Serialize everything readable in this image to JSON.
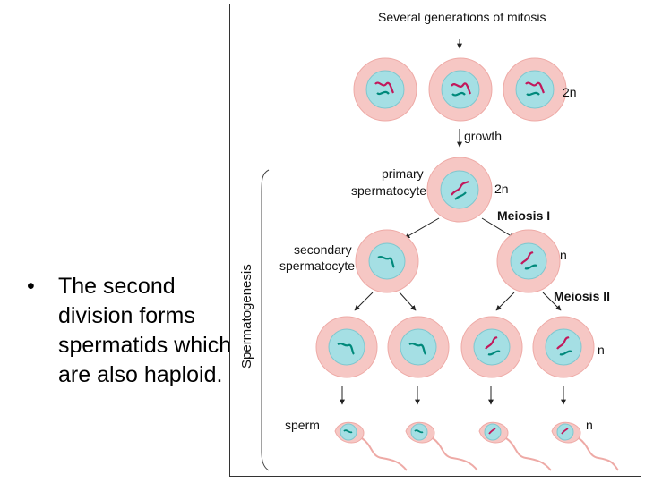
{
  "slide": {
    "bullet_symbol": "•",
    "bullet_text": "The second division forms spermatids which are also haploid."
  },
  "diagram": {
    "title": "Several generations of mitosis",
    "label_2n_top": "2n",
    "growth": "growth",
    "primary_line1": "primary",
    "primary_line2": "spermatocyte",
    "label_2n_primary": "2n",
    "meiosis1": "Meiosis I",
    "secondary_line1": "secondary",
    "secondary_line2": "spermatocyte",
    "label_n_secondary": "n",
    "meiosis2": "Meiosis II",
    "label_n_spermatid": "n",
    "sperm": "sperm",
    "label_n_sperm": "n",
    "side_label": "Spermatogenesis",
    "colors": {
      "cell_outer": "#f6c7c4",
      "cell_inner": "#a5dfe4",
      "chromosome_a": "#c2185b",
      "chromosome_b": "#00897b"
    }
  }
}
